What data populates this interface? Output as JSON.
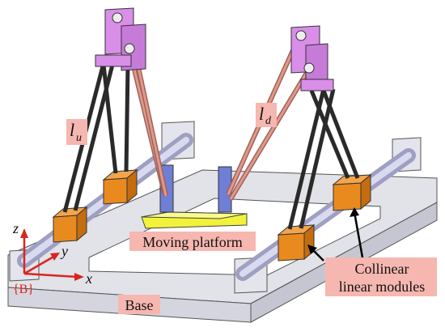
{
  "labels": {
    "l_u": "l",
    "l_u_sub": "u",
    "l_d": "l",
    "l_d_sub": "d",
    "moving_platform": "Moving platform",
    "collinear_line1": "Collinear",
    "collinear_line2": "linear modules",
    "base": "Base",
    "frame_B": "{B}",
    "axis_z": "z",
    "axis_y": "y",
    "axis_x": "x"
  },
  "colors": {
    "base": "#e3e3ea",
    "rail": "#cfd0e8",
    "module": "#e98a1f",
    "platform": "#f2f23a",
    "upper_link": "#e09a8a",
    "lower_link": "#2a2a2a",
    "joint_block": "#d98ee8",
    "label_bg": "#f6b7b0",
    "axis": "#d8261f",
    "slider": "#6f7fd6"
  }
}
